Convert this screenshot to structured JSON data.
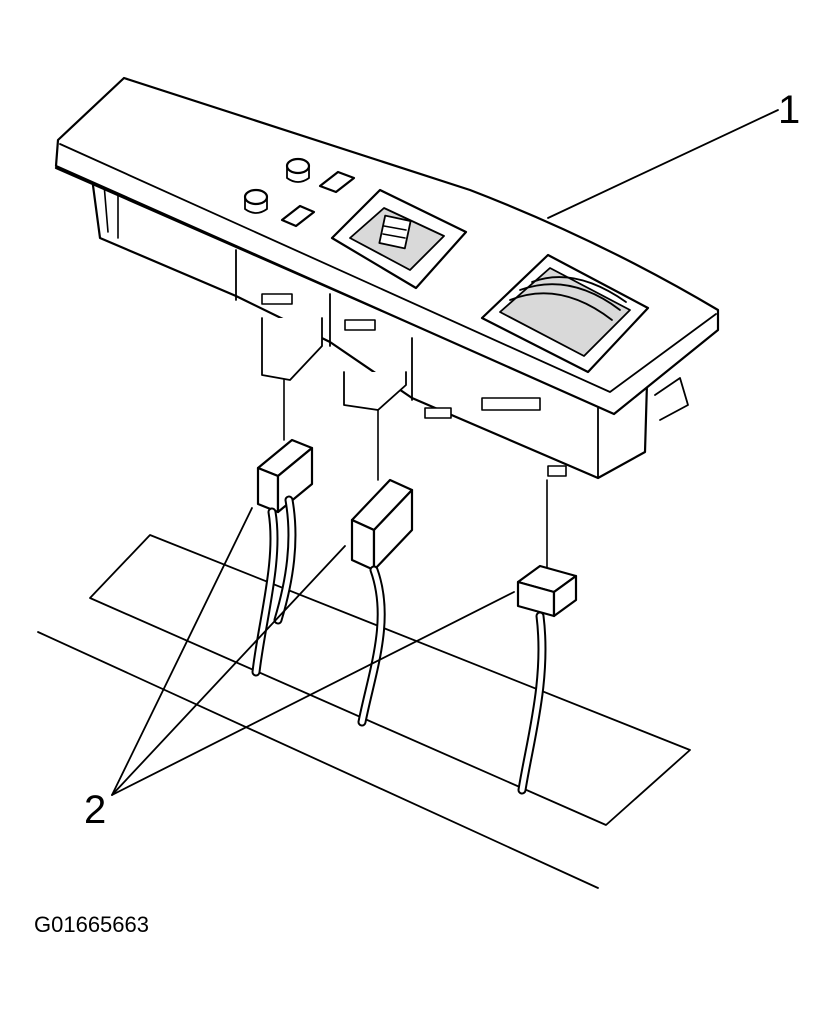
{
  "figure": {
    "figure_id": "G01665663",
    "callouts": [
      {
        "number": "1",
        "refers_to": "switch-assembly"
      },
      {
        "number": "2",
        "refers_to": "electrical-connectors"
      }
    ]
  },
  "style": {
    "ink": "#000000",
    "paper": "#ffffff",
    "shade": "#d9d9d9"
  }
}
